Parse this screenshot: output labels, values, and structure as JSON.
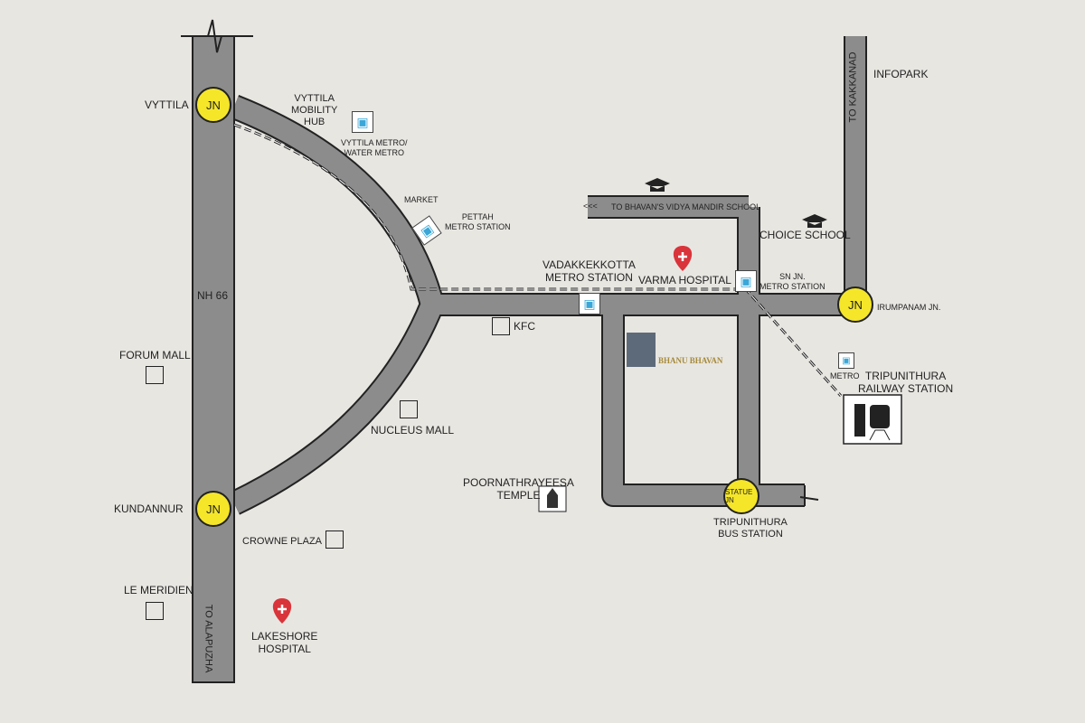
{
  "colors": {
    "background": "#e8e6e1",
    "road": "#8c8c8c",
    "junction": "#f5e629",
    "hospital": "#d9343a",
    "metro": "#3aa7d8"
  },
  "junctions": {
    "vyttila": "JN",
    "kundannur": "JN",
    "irumpanam": "JN",
    "statue": "STATUE JN"
  },
  "labels": {
    "vyttila": "VYTTILA",
    "hub": [
      "VYTTILA",
      "MOBILITY",
      "HUB"
    ],
    "vyttila_metro": [
      "VYTTILA METRO/",
      "WATER METRO"
    ],
    "market": "MARKET",
    "pettah": [
      "PETTAH",
      "METRO STATION"
    ],
    "nh66": "NH 66",
    "forum": "FORUM MALL",
    "nucleus": "NUCLEUS MALL",
    "kfc": "KFC",
    "kundannur": "KUNDANNUR",
    "crowne": "CROWNE PLAZA",
    "meridien": "LE MERIDIEN",
    "lakeshore": [
      "LAKESHORE",
      "HOSPITAL"
    ],
    "alapuzha": "TO ALAPUZHA",
    "vadakkekkotta": [
      "VADAKKEKKOTTA",
      "METRO STATION"
    ],
    "varma": "VARMA HOSPITAL",
    "bhavans": "TO BHAVAN'S VIDYA  MANDIR SCHOOL",
    "arrows_left": "<<<",
    "choice": "CHOICE SCHOOL",
    "sn": [
      "SN JN.",
      "METRO STATION"
    ],
    "irumpanam": "IRUMPANAM JN.",
    "kakkanad": "TO KAKKANAD",
    "infopark": "INFOPARK",
    "metro": "METRO",
    "railway": [
      "TRIPUNITHURA",
      "RAILWAY STATION"
    ],
    "temple": [
      "POORNATHRAYEESA",
      "TEMPLE"
    ],
    "bus": [
      "TRIPUNITHURA",
      "BUS STATION"
    ],
    "project": "BHANU BHAVAN"
  }
}
